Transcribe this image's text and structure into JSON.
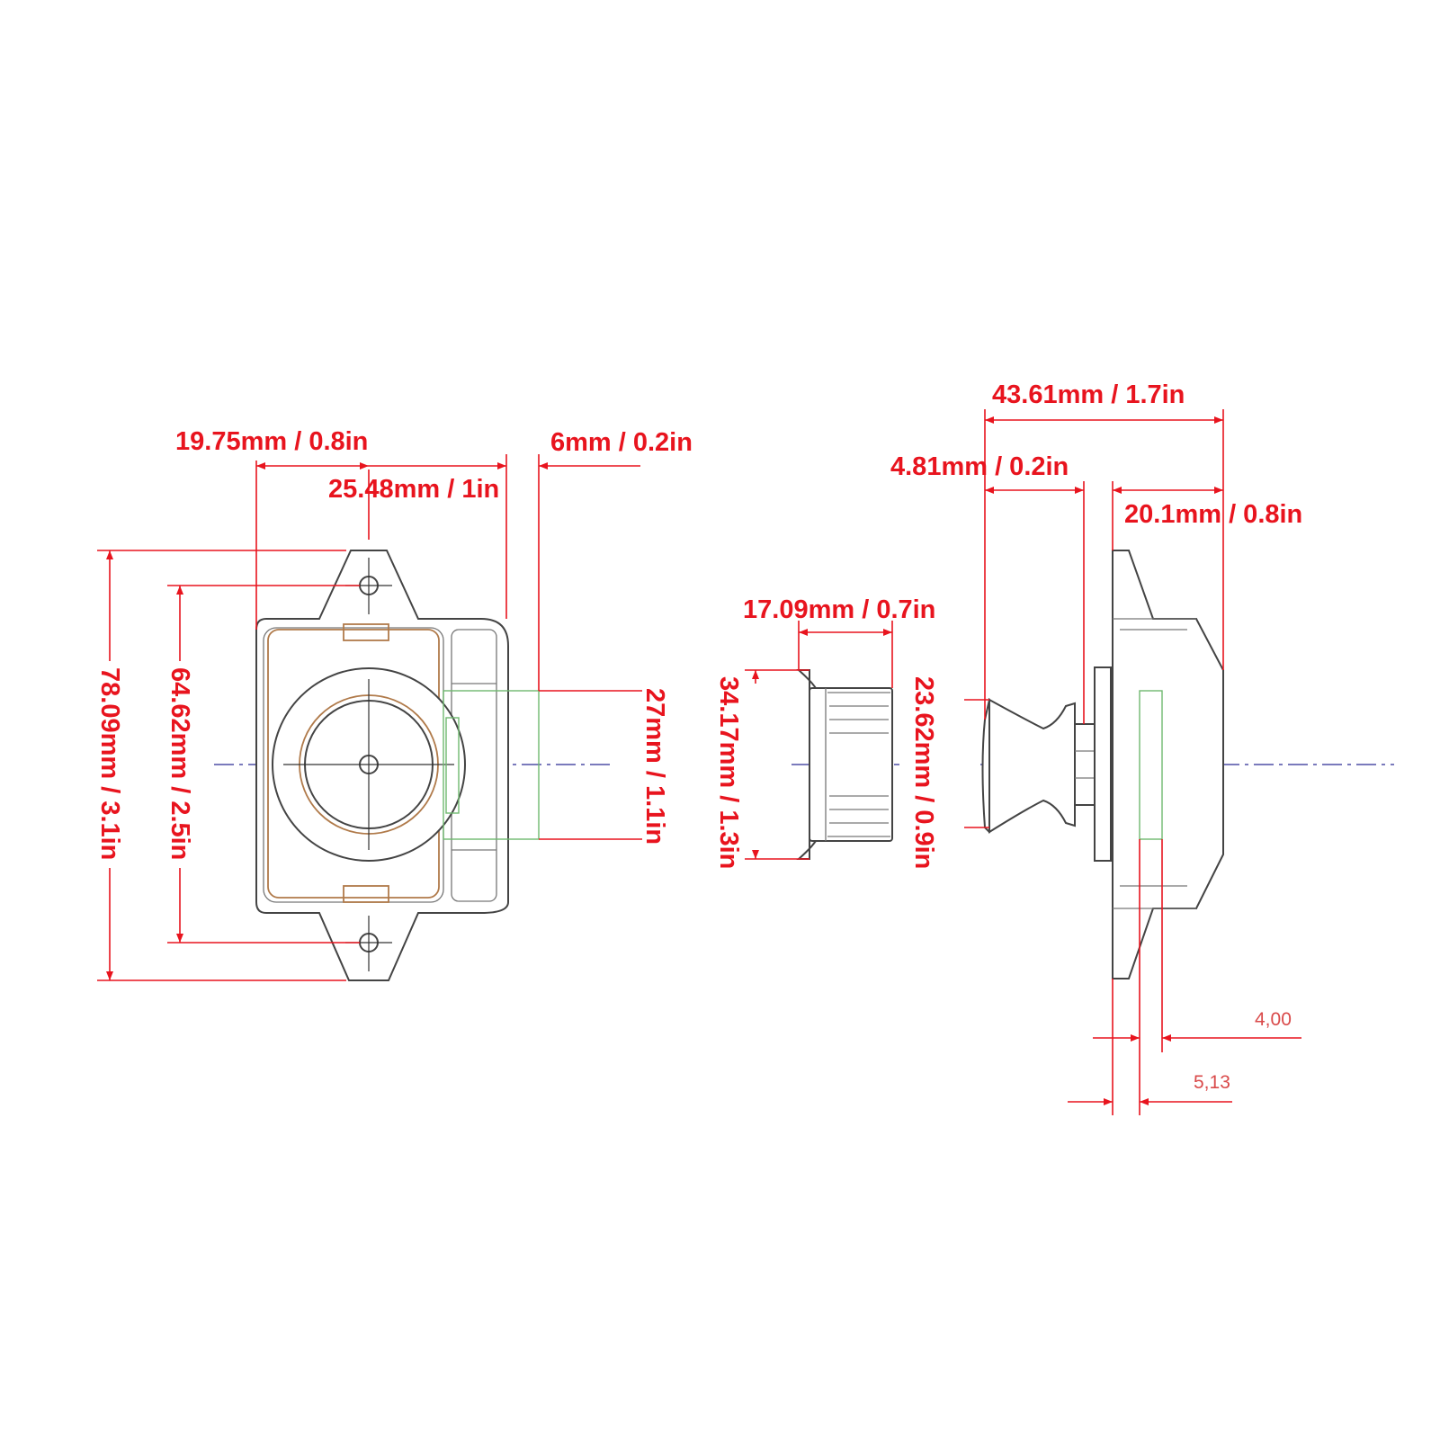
{
  "labels": {
    "d_19_75": "19.75mm / 0.8in",
    "d_6": "6mm / 0.2in",
    "d_25_48": "25.48mm / 1in",
    "d_78_09": "78.09mm / 3.1in",
    "d_64_62": "64.62mm / 2.5in",
    "d_27": "27mm / 1.1in",
    "d_17_09": "17.09mm / 0.7in",
    "d_34_17": "34.17mm / 1.3in",
    "d_23_62": "23.62mm / 0.9in",
    "d_43_61": "43.61mm / 1.7in",
    "d_4_81": "4.81mm / 0.2in",
    "d_20_1": "20.1mm / 0.8in",
    "d_4_00": "4,00",
    "d_5_13": "5,13"
  },
  "colors": {
    "dimension": "#e8141e",
    "outline": "#444444",
    "centerline": "#4f4fa5",
    "ring": "#b07a4a",
    "guide": "#6fb86f"
  }
}
